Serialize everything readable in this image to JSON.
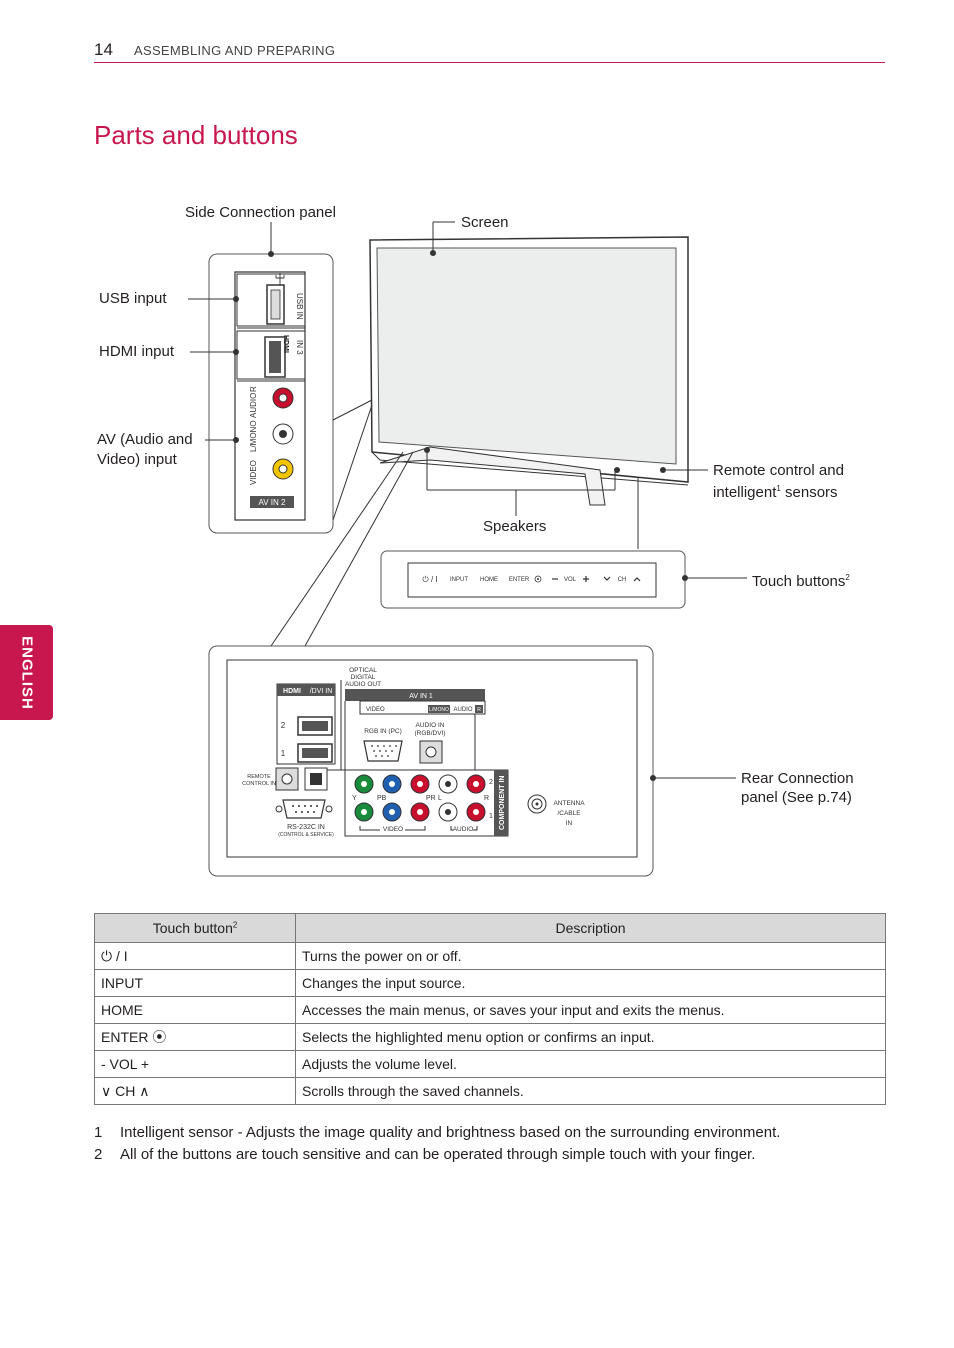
{
  "header": {
    "page_number": "14",
    "section": "ASSEMBLING AND PREPARING"
  },
  "title": "Parts and buttons",
  "side_tab": "ENGLISH",
  "callouts": {
    "side_connection_panel": "Side Connection panel",
    "screen": "Screen",
    "usb_input": "USB input",
    "hdmi_input": "HDMI input",
    "av_input_line1": "AV (Audio and",
    "av_input_line2": "Video) input",
    "remote_line1": "Remote control and",
    "remote_line2": "intelligent",
    "remote_sup": "1",
    "remote_line2_end": " sensors",
    "speakers": "Speakers",
    "touch_buttons": "Touch buttons",
    "touch_buttons_sup": "2",
    "rear_line1": "Rear Connection",
    "rear_line2": "panel (See p.74)"
  },
  "side_panel": {
    "usb_in": "USB IN",
    "hdmi_in3": "IN 3",
    "hdmi_logo": "HDMI",
    "video": "VIDEO",
    "lmono": "L/MONO",
    "audio": "AUDIO",
    "r": "R",
    "av_in2": "AV IN 2"
  },
  "touch_bar": {
    "power": "⏻ / I",
    "input": "INPUT",
    "home": "HOME",
    "enter": "ENTER",
    "vol": "VOL",
    "ch": "CH"
  },
  "rear_panel": {
    "optical_line1": "OPTICAL",
    "optical_line2": "DIGITAL",
    "optical_line3": "AUDIO OUT",
    "hdmi_logo": "HDMI",
    "dvi_in": "/DVI IN",
    "hdmi_2": "2",
    "hdmi_1": "1",
    "av_in1": "AV IN 1",
    "video": "VIDEO",
    "lmono": "L/MONO",
    "audio": "AUDIO",
    "r": "R",
    "rgb_in": "RGB IN (PC)",
    "audio_in_line1": "AUDIO IN",
    "audio_in_line2": "(RGB/DVI)",
    "remote_line1": "REMOTE",
    "remote_line2": "CONTROL IN",
    "rs232_line1": "RS-232C IN",
    "rs232_line2": "(CONTROL & SERVICE)",
    "y": "Y",
    "pb": "PB",
    "pr": "PR",
    "l": "L",
    "r2": "R",
    "two": "2",
    "one": "1",
    "component_in": "COMPONENT IN",
    "video_bottom": "VIDEO",
    "audio_bottom": "AUDIO",
    "antenna_line1": "ANTENNA",
    "antenna_line2": "/CABLE",
    "antenna_line3": "IN"
  },
  "table": {
    "header_button": "Touch button",
    "header_button_sup": "2",
    "header_desc": "Description",
    "rows": [
      {
        "button": "⏻ / I",
        "desc": "Turns the power on or off."
      },
      {
        "button": "INPUT",
        "desc": "Changes the input source."
      },
      {
        "button": "HOME",
        "desc": "Accesses the main menus, or saves your input and exits the menus."
      },
      {
        "button": "ENTER ⦿",
        "desc": "Selects the highlighted menu option or confirms an input."
      },
      {
        "button": "- VOL +",
        "desc": "Adjusts the volume level."
      },
      {
        "button": "∨ CH ∧",
        "desc": "Scrolls through the saved channels."
      }
    ]
  },
  "footnotes": [
    {
      "num": "1",
      "text": "Intelligent sensor - Adjusts the image quality and brightness based on the surrounding environment."
    },
    {
      "num": "2",
      "text": "All of the buttons are touch sensitive and can be operated through simple touch with your finger."
    }
  ],
  "colors": {
    "accent": "#c8174f",
    "red_port": "#c8102e",
    "green_port": "#1a8a3c",
    "blue_port": "#1f5fb0",
    "yellow_port": "#f2c500"
  }
}
